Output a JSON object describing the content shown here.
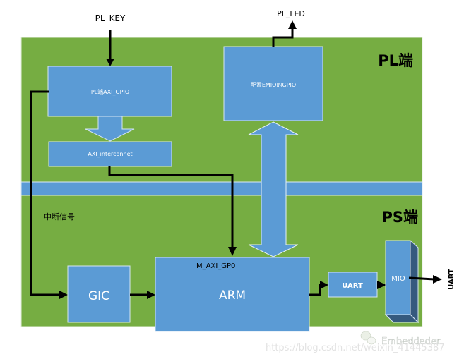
{
  "diagram": {
    "regions": {
      "pl_label": "PL端",
      "ps_label": "PS端"
    },
    "external_signals": {
      "pl_key": "PL_KEY",
      "pl_led": "PL_LED",
      "uart_out": "UART"
    },
    "blocks": {
      "pl_axi_gpio": "PL端AXI_GPIO",
      "axi_interconnect": "AXI_interconnet",
      "emio_gpio": "配置EMIO的GPIO",
      "gic": "GIC",
      "arm": "ARM",
      "uart": "UART",
      "mio": "MIO"
    },
    "annotations": {
      "interrupt_signal": "中断信号",
      "m_axi_gp0": "M_AXI_GP0"
    },
    "watermark": {
      "brand": "Embeddeder",
      "url": "https://blog.csdn.net/weixin_41445387"
    },
    "colors": {
      "pl_region": "#76ad42",
      "block": "#5b9bd5",
      "block_border": "#c9dff0",
      "mio_side": "#355a7e",
      "line": "#000000"
    }
  }
}
